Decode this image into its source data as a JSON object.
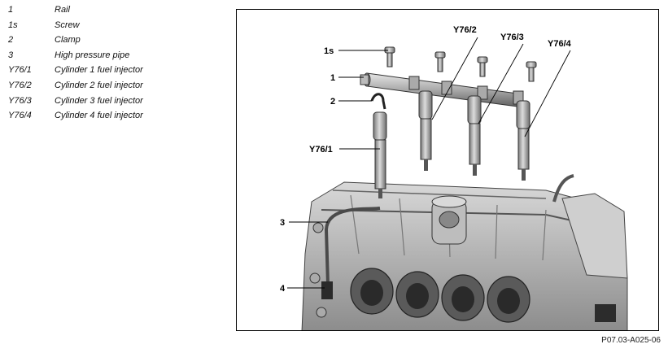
{
  "legend": [
    {
      "code": "1",
      "description": "Rail"
    },
    {
      "code": "1s",
      "description": "Screw"
    },
    {
      "code": "2",
      "description": "Clamp"
    },
    {
      "code": "3",
      "description": "High pressure pipe"
    },
    {
      "code": "Y76/1",
      "description": "Cylinder 1 fuel injector"
    },
    {
      "code": "Y76/2",
      "description": "Cylinder 2 fuel injector"
    },
    {
      "code": "Y76/3",
      "description": "Cylinder 3 fuel injector"
    },
    {
      "code": "Y76/4",
      "description": "Cylinder 4 fuel injector"
    }
  ],
  "figure": {
    "callouts": {
      "c1s": "1s",
      "c1": "1",
      "c2": "2",
      "c3": "3",
      "c4": "4",
      "y761": "Y76/1",
      "y762": "Y76/2",
      "y763": "Y76/3",
      "y764": "Y76/4"
    },
    "reference": "P07.03-A025-06"
  }
}
